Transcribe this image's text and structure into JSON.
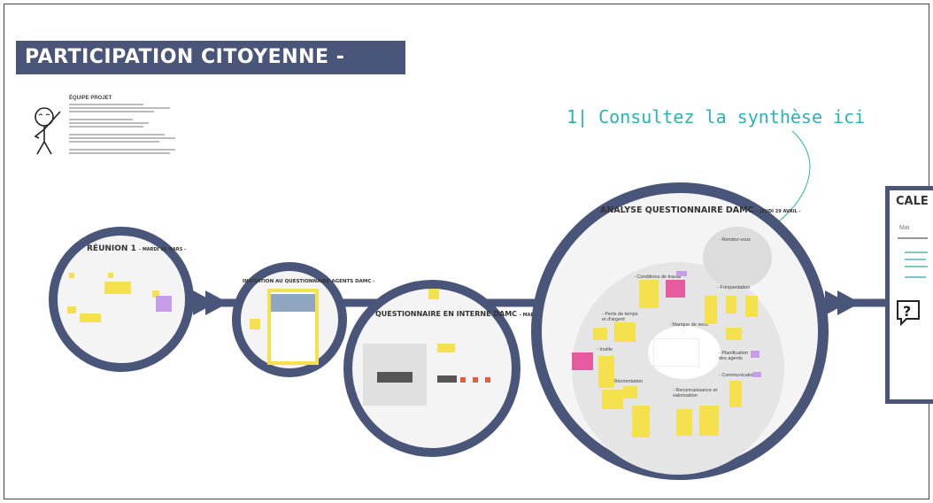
{
  "page": {
    "title": "PARTICIPATION CITOYENNE - ACCUEIL DAMC",
    "team_title": "ÉQUIPE PROJET",
    "annotation": "1| Consultez la synthèse ici"
  },
  "circles": {
    "reunion": {
      "title": "RÉUNION 1",
      "date": "- MARDI 16 MARS -"
    },
    "invitation": {
      "title": "INVITATION AU QUESTIONNAIRE AGENTS DAMC",
      "date": "-"
    },
    "questionnaire": {
      "title": "QUESTIONNAIRE EN INTERNE DAMC",
      "date": "- MARDI 30 MARS-"
    },
    "analyse": {
      "title": "ANALYSE QUESTIONNAIRE DAMC",
      "date": "- JEUDI 29 AVRIL -",
      "topics": {
        "rdv": "- Rendez-vous",
        "conditions": "- Conditions de travail",
        "frequentation": "- Fréquentation",
        "perte": "- Perte de temps et d'argent",
        "manque": "- Manque de sens",
        "inutile": "- Inutile",
        "planification": "- Planification des agents",
        "communication": "- Communication",
        "reorientation": "- Réorientation",
        "reconnaissance": "- Reconnaissance et valorisation"
      }
    }
  },
  "calendar": {
    "title": "CALE",
    "month": "Mai"
  },
  "colors": {
    "navy": "#4a5679",
    "teal": "#2ab3b3",
    "sticky": "#f5e04e",
    "pink": "#e65b9f"
  }
}
